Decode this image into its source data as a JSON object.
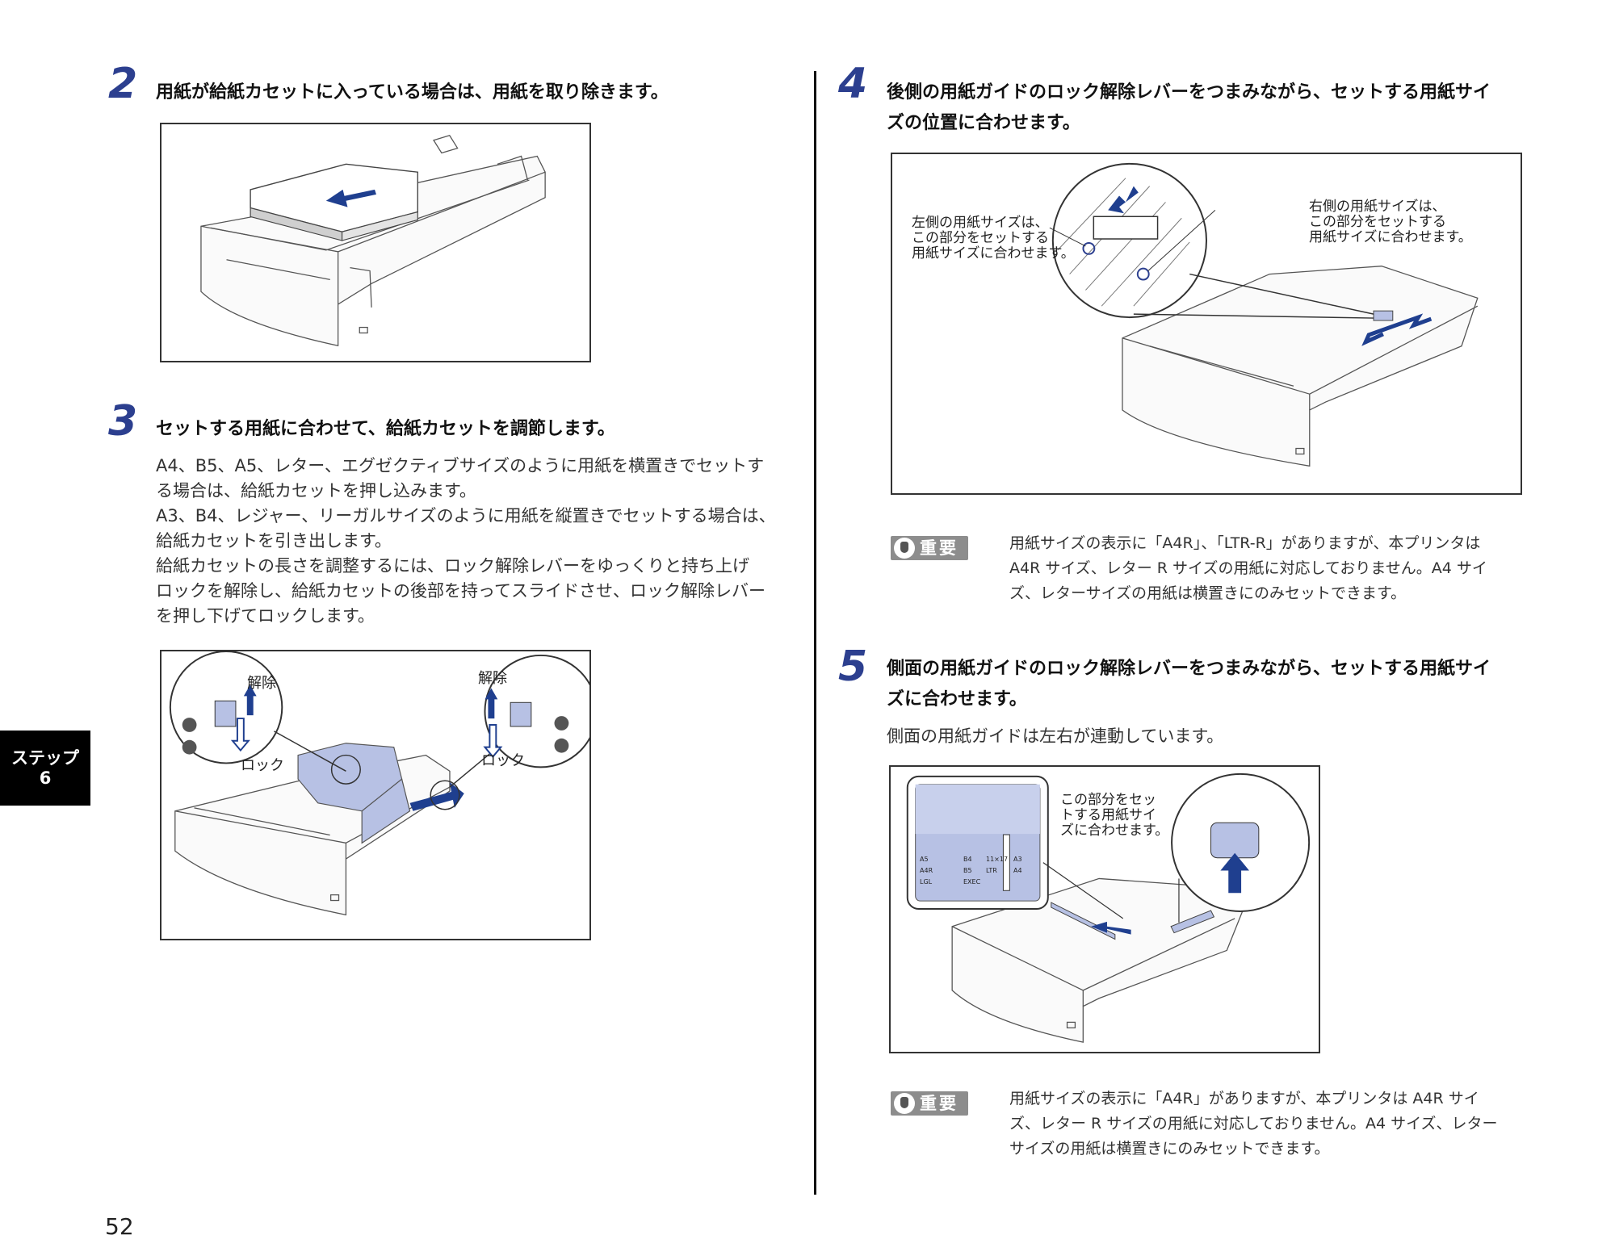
{
  "page_number": "52",
  "side_tab": {
    "line1": "ステップ",
    "line2": "6"
  },
  "steps": {
    "s2": {
      "num": "2",
      "title": "用紙が給紙カセットに入っている場合は、用紙を取り除きます。"
    },
    "s3": {
      "num": "3",
      "title": "セットする用紙に合わせて、給紙カセットを調節します。",
      "para": [
        "A4、B5、A5、レター、エグゼクティブサイズのように用紙を横置きでセットす",
        "る場合は、給紙カセットを押し込みます。",
        "A3、B4、レジャー、リーガルサイズのように用紙を縦置きでセットする場合は、",
        "給紙カセットを引き出します。",
        "給紙カセットの長さを調整するには、ロック解除レバーをゆっくりと持ち上げ",
        "ロックを解除し、給紙カセットの後部を持ってスライドさせ、ロック解除レバー",
        "を押し下げてロックします。"
      ],
      "fig_labels": {
        "release_left": "解除",
        "lock_left": "ロック",
        "release_right": "解除",
        "lock_right": "ロック"
      }
    },
    "s4": {
      "num": "4",
      "title_line1": "後側の用紙ガイドのロック解除レバーをつまみながら、セットする用紙サイ",
      "title_line2": "ズの位置に合わせます。",
      "callout_left": [
        "左側の用紙サイズは、",
        "この部分をセットする",
        "用紙サイズに合わせます。"
      ],
      "callout_right": [
        "右側の用紙サイズは、",
        "この部分をセットする",
        "用紙サイズに合わせます。"
      ],
      "important_label": "重要",
      "important_text": [
        "用紙サイズの表示に「A4R」、「LTR-R」がありますが、本プリンタは",
        "A4R サイズ、レター R サイズの用紙に対応しておりません。A4 サイ",
        "ズ、レターサイズの用紙は横置きにのみセットできます。"
      ]
    },
    "s5": {
      "num": "5",
      "title_line1": "側面の用紙ガイドのロック解除レバーをつまみながら、セットする用紙サイ",
      "title_line2": "ズに合わせます。",
      "para": "側面の用紙ガイドは左右が連動しています。",
      "callout": [
        "この部分をセッ",
        "トする用紙サイ",
        "ズに合わせます。"
      ],
      "scale_labels": [
        "A5",
        "A4R",
        "LGL",
        "B4",
        "B5",
        "EXEC",
        "11×17",
        "LTR",
        "A3",
        "A4"
      ],
      "important_label": "重要",
      "important_text": [
        "用紙サイズの表示に「A4R」がありますが、本プリンタは A4R サイ",
        "ズ、レター R サイズの用紙に対応しておりません。A4 サイズ、レター",
        "サイズの用紙は横置きにのみセットできます。"
      ]
    }
  },
  "colors": {
    "step_number": "#2c3f8f",
    "arrow": "#1f3f8f",
    "highlight": "#b7c1e4",
    "badge": "#8d8d8d"
  }
}
